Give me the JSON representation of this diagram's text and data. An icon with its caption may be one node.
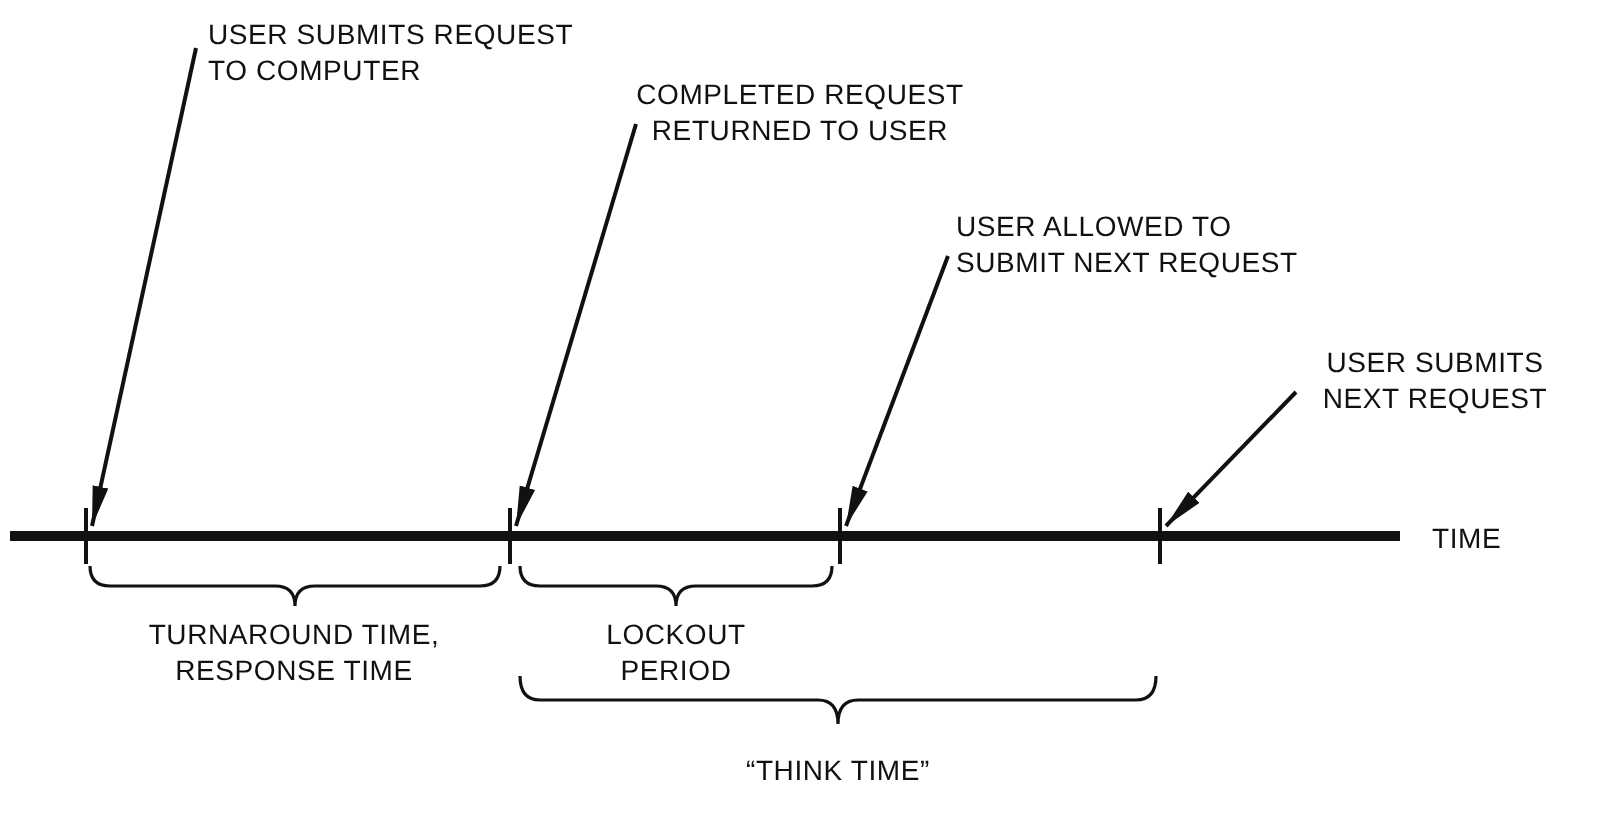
{
  "diagram": {
    "nodes": [
      {
        "text": [
          "USER SUBMITS REQUEST TO COMPUTER"
        ]
      },
      {
        "text": [
          "COMPLETED REQUEST RETURNED TO USER"
        ]
      },
      {
        "text": [
          "USER ALLOWED TO SUBMIT NEXT REQUEST"
        ]
      },
      {
        "text": [
          "USER SUBMITS NEXT REQUEST"
        ]
      }
    ],
    "edges": [
      {
        "from": 0,
        "to": null,
        "arrow": "to"
      },
      {
        "from": 1,
        "to": null,
        "arrow": "to"
      },
      {
        "from": 2,
        "to": null,
        "arrow": "to"
      },
      {
        "from": 3,
        "to": null,
        "arrow": "to"
      }
    ],
    "labels": [
      "TIME",
      "TURNAROUND TIME, RESPONSE TIME",
      "LOCKOUT PERIOD",
      "“THINK TIME”"
    ]
  }
}
